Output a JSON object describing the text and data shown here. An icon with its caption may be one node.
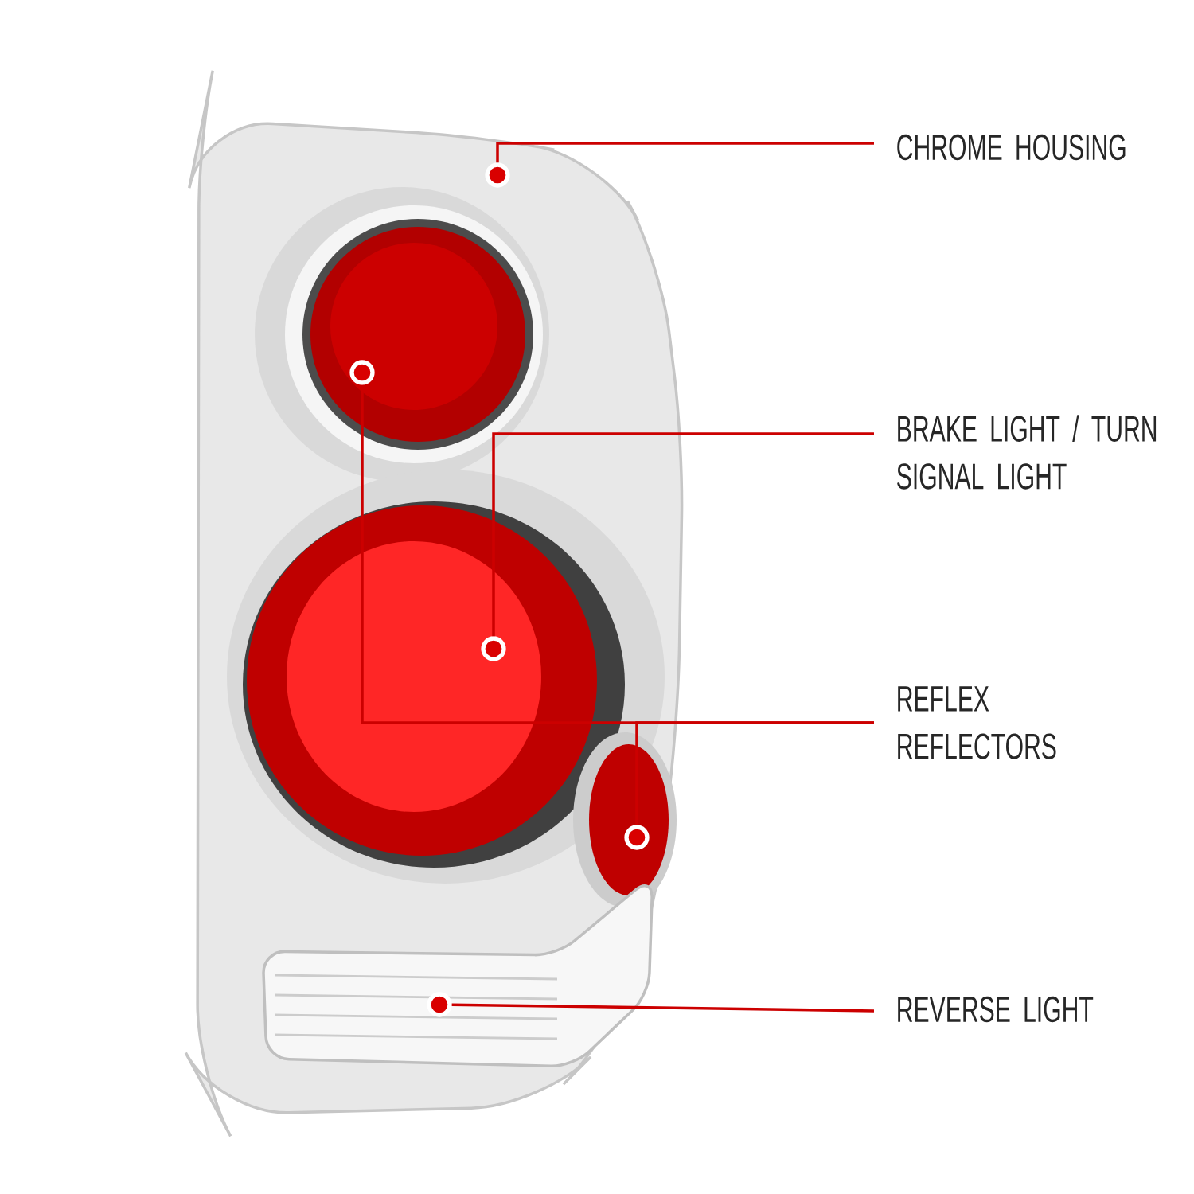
{
  "diagram": {
    "nodes": [
      {
        "text": [
          "CHROME HOUSING"
        ]
      },
      {
        "text": [],
        "shape": "circle"
      },
      {
        "text": [
          "BRAKE LIGHT / TURN SIGNAL LIGHT"
        ]
      },
      {
        "text": [],
        "shape": "circle"
      },
      {
        "text": [
          "REFLEX REFLECTORS"
        ]
      },
      {
        "text": [],
        "shape": "circle"
      },
      {
        "text": [],
        "shape": "circle"
      },
      {
        "text": [
          "REVERSE LIGHT"
        ]
      },
      {
        "text": [],
        "shape": "circle"
      }
    ],
    "edges": [
      {
        "from": 0,
        "to": 1,
        "arrow": "none"
      },
      {
        "from": 2,
        "to": 3,
        "arrow": "none"
      },
      {
        "from": 4,
        "to": 5,
        "arrow": "none"
      },
      {
        "from": 4,
        "to": 6,
        "arrow": "none"
      },
      {
        "from": 7,
        "to": 8,
        "arrow": "none"
      }
    ]
  }
}
